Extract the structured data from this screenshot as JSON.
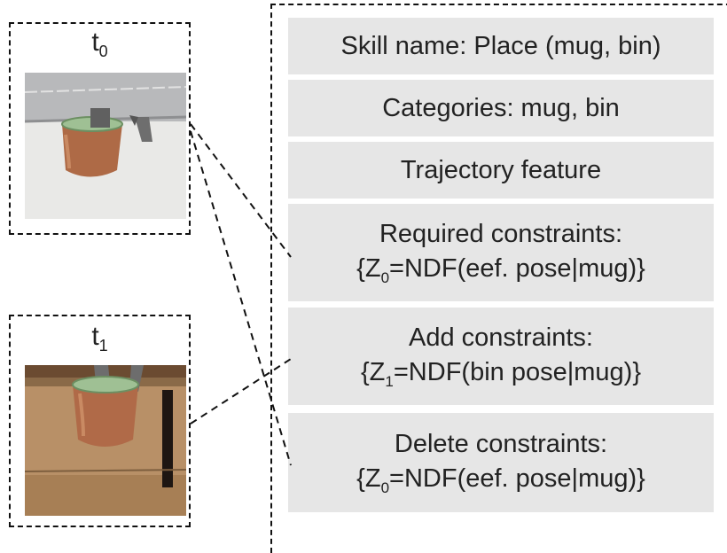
{
  "frames": [
    {
      "id": "t0",
      "label": "t",
      "subscript": "0"
    },
    {
      "id": "t1",
      "label": "t",
      "subscript": "1"
    }
  ],
  "skill_panel": {
    "skill_name": "Skill name: Place (mug, bin)",
    "categories": "Categories: mug, bin",
    "trajectory": "Trajectory feature",
    "required": {
      "title": "Required constraints:",
      "pre": "{Z",
      "sub": "0",
      "post": "=NDF(eef. pose|mug)}"
    },
    "add": {
      "title": "Add constraints:",
      "pre": "{Z",
      "sub": "1",
      "post": "=NDF(bin pose|mug)}"
    },
    "delete": {
      "title": "Delete constraints:",
      "pre": "{Z",
      "sub": "0",
      "post": "=NDF(eef. pose|mug)}"
    }
  },
  "colors": {
    "box_fill": "#e6e6e6",
    "mug": "#b06a48",
    "mug_rim": "#9fbf8f",
    "gripper": "#6d6d6d",
    "table": "#a9855c"
  }
}
